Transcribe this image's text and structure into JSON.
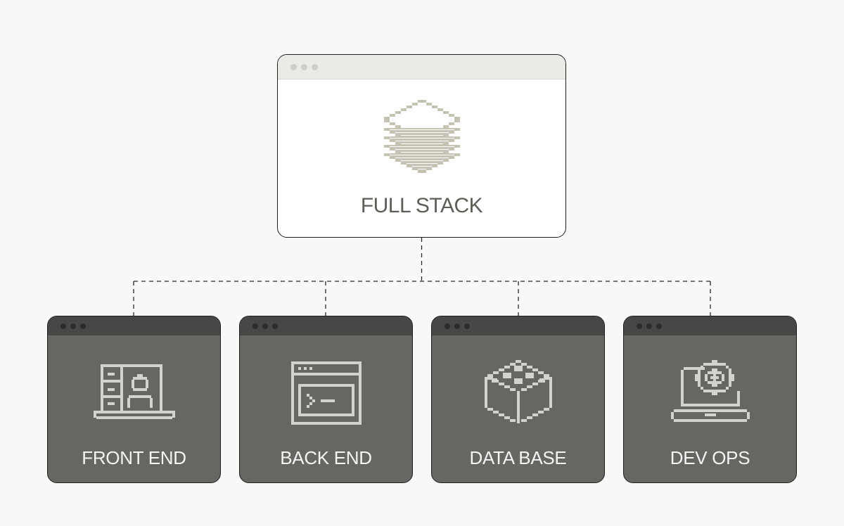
{
  "diagram": {
    "root": {
      "label": "FULL STACK",
      "icon": "layers-stack-icon"
    },
    "children": [
      {
        "id": "front-end",
        "label": "FRONT END",
        "icon": "frontend-workstation-icon"
      },
      {
        "id": "back-end",
        "label": "BACK END",
        "icon": "terminal-window-icon"
      },
      {
        "id": "data-base",
        "label": "DATA BASE",
        "icon": "database-cube-icon"
      },
      {
        "id": "dev-ops",
        "label": "DEV OPS",
        "icon": "laptop-gear-icon"
      }
    ]
  },
  "colors": {
    "background": "#f8f8f6",
    "root_fill": "#ffffff",
    "root_titlebar": "#ebeae6",
    "root_icon": "#c6c2b4",
    "child_fill": "#676663",
    "child_titlebar": "#484745",
    "child_icon": "#d4d2ce",
    "connector": "#2a2a2a"
  }
}
